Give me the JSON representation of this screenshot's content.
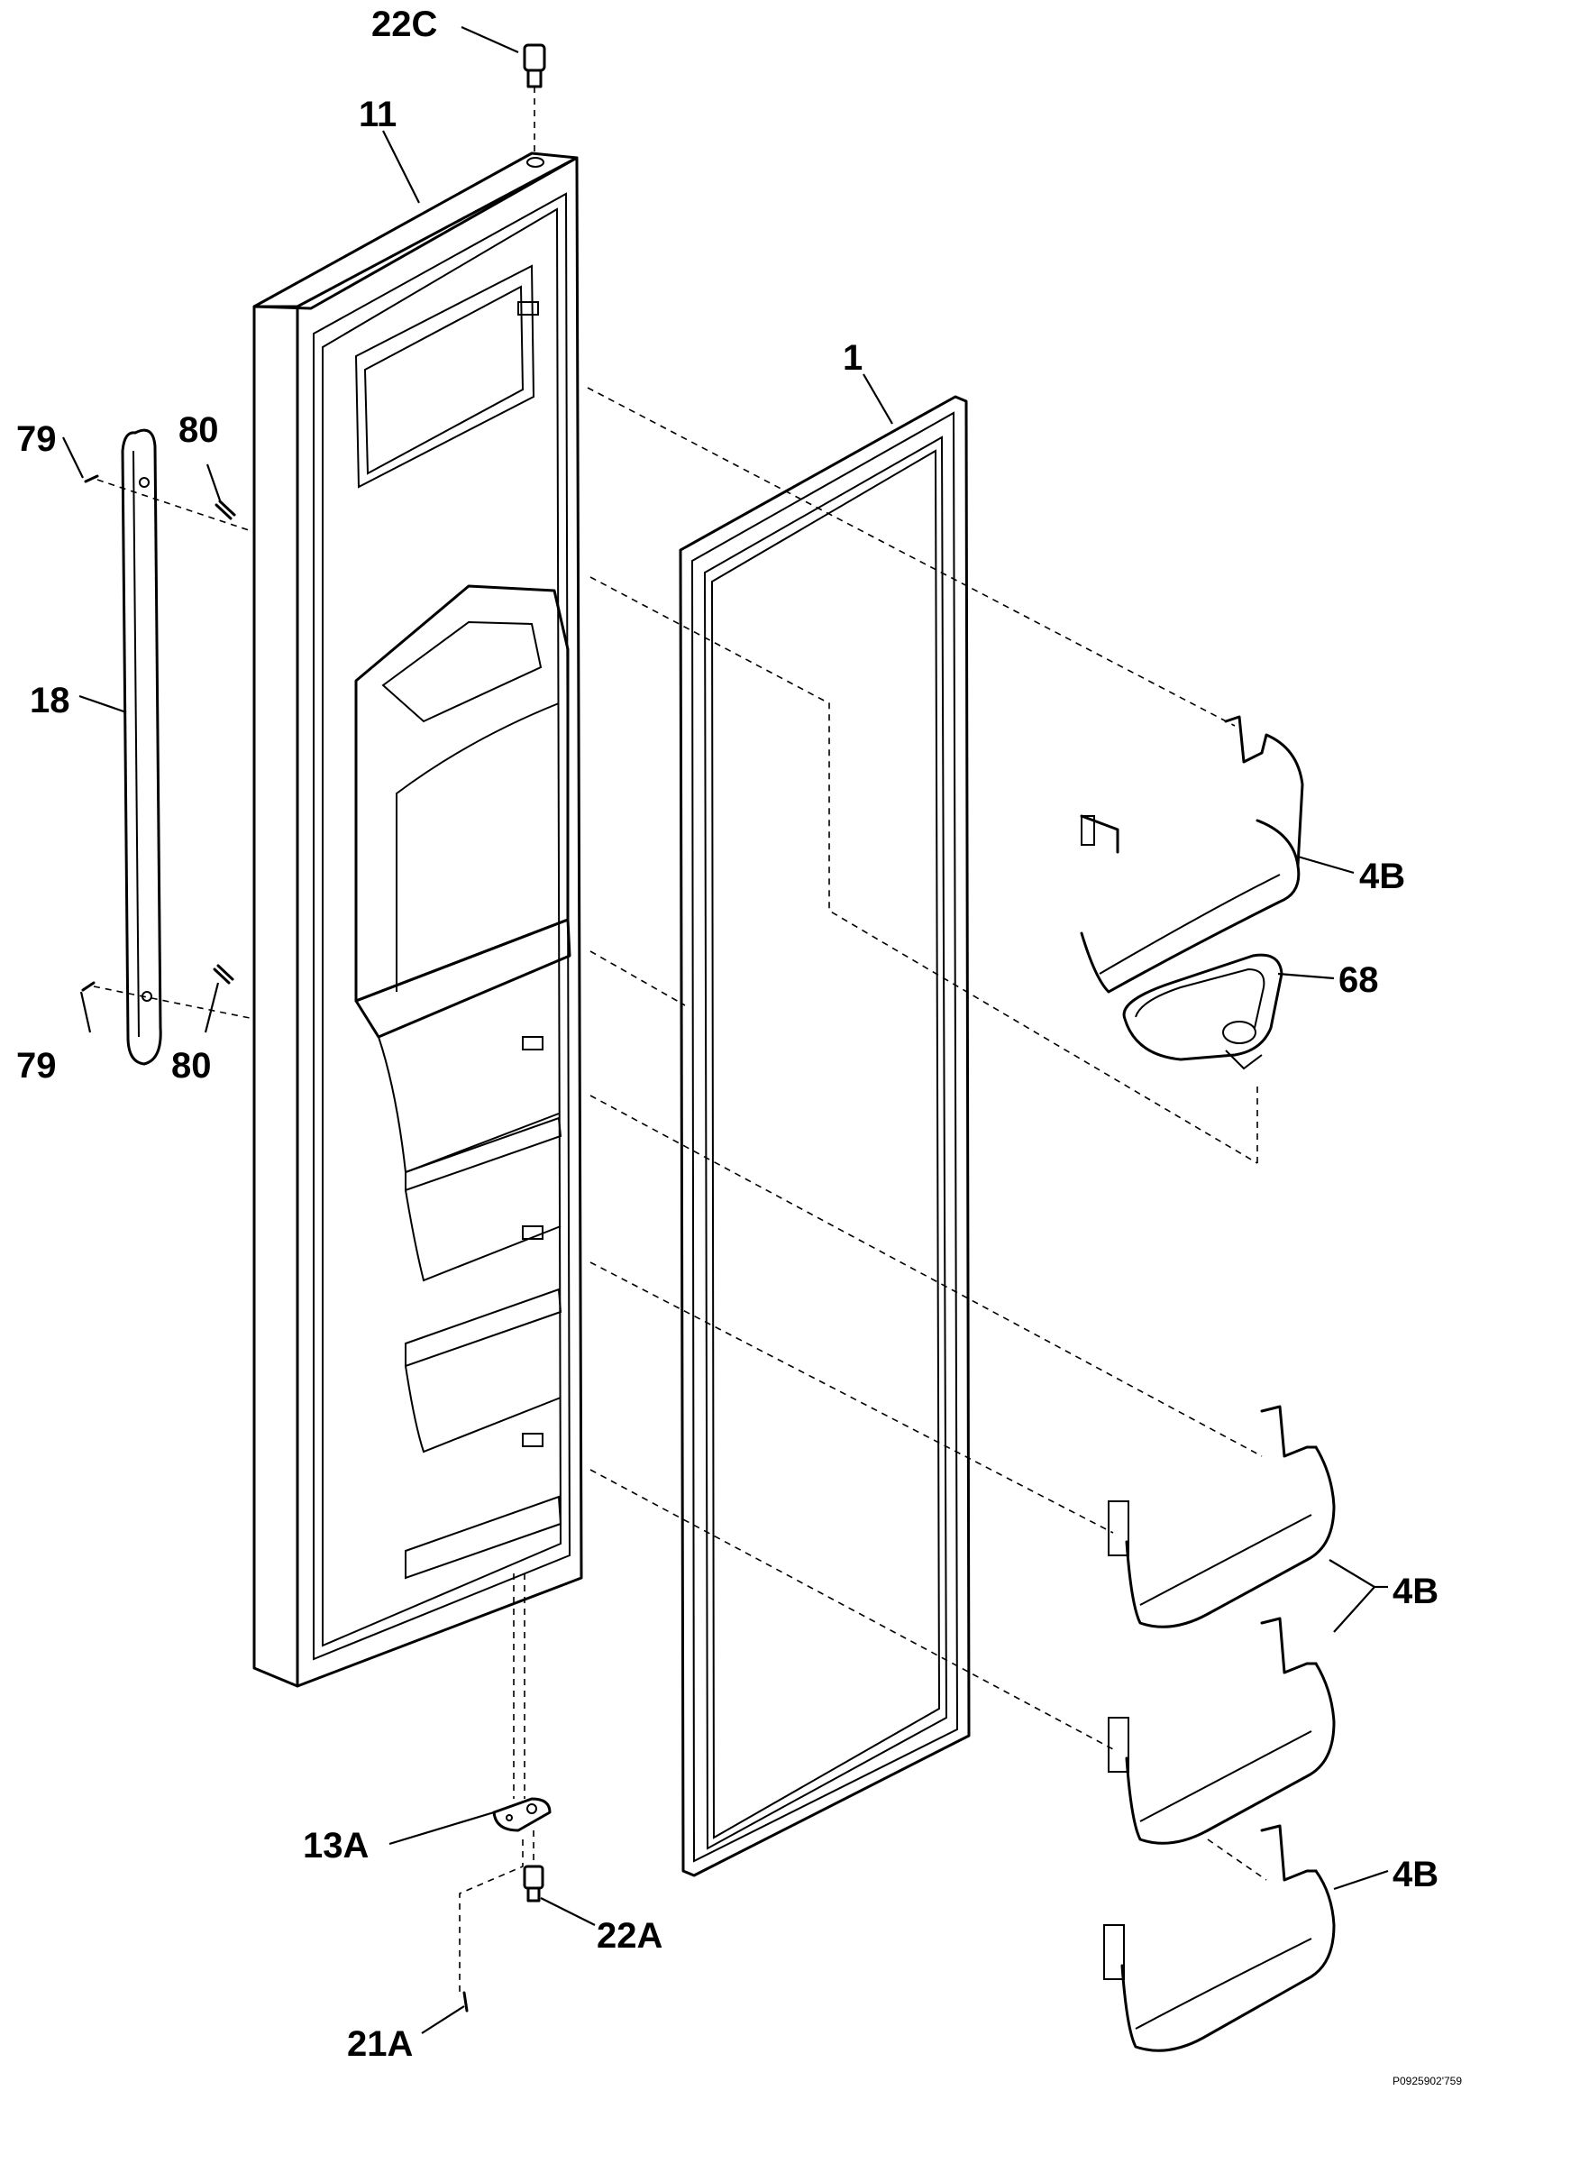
{
  "callouts": {
    "c22C": "22C",
    "c11": "11",
    "c1": "1",
    "c79_top": "79",
    "c80_top": "80",
    "c18": "18",
    "c79_bottom": "79",
    "c80_bottom": "80",
    "c4B_top": "4B",
    "c68": "68",
    "c4B_middle": "4B",
    "c4B_bottom": "4B",
    "c13A": "13A",
    "c22A": "22A",
    "c21A": "21A"
  },
  "reference_code": "P0925902'759"
}
